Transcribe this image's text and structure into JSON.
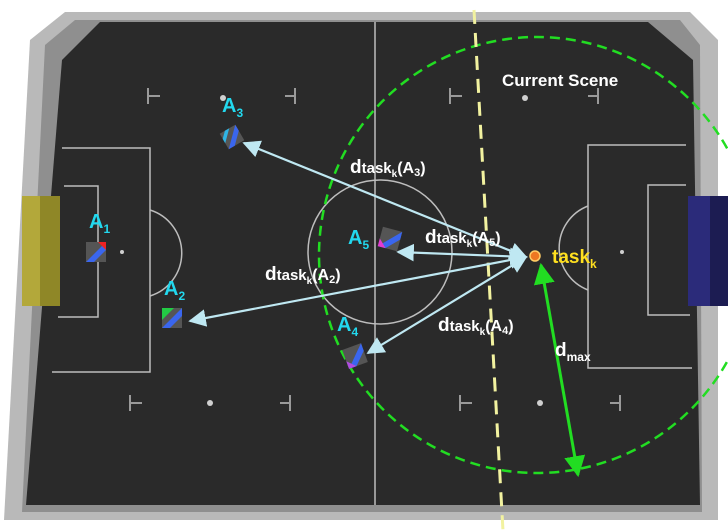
{
  "scene_label": "Current Scene",
  "task": {
    "base": "task",
    "sub": "k"
  },
  "dmax": {
    "base": "d",
    "sub": "max"
  },
  "agents": [
    {
      "base": "A",
      "sub": "1"
    },
    {
      "base": "A",
      "sub": "2"
    },
    {
      "base": "A",
      "sub": "3"
    },
    {
      "base": "A",
      "sub": "4"
    },
    {
      "base": "A",
      "sub": "5"
    }
  ],
  "distances": [
    {
      "d": "d",
      "task": "task",
      "k": "k",
      "agent": "(A",
      "num": "3",
      "close": ")"
    },
    {
      "d": "d",
      "task": "task",
      "k": "k",
      "agent": "(A",
      "num": "5",
      "close": ")"
    },
    {
      "d": "d",
      "task": "task",
      "k": "k",
      "agent": "(A",
      "num": "2",
      "close": ")"
    },
    {
      "d": "d",
      "task": "task",
      "k": "k",
      "agent": "(A",
      "num": "4",
      "close": ")"
    }
  ],
  "colors": {
    "field": "#2a2a2a",
    "lines": "#bdbdbd",
    "circle": "#22dd22",
    "divider": "#f2f2a0",
    "arrows": "#bfe8f2",
    "agent_label": "#22d8ee",
    "task_label": "#ffe020",
    "task_dot": "#ee7722",
    "goal_left": "#b3a83a",
    "goal_right": "#2b2b7a"
  }
}
